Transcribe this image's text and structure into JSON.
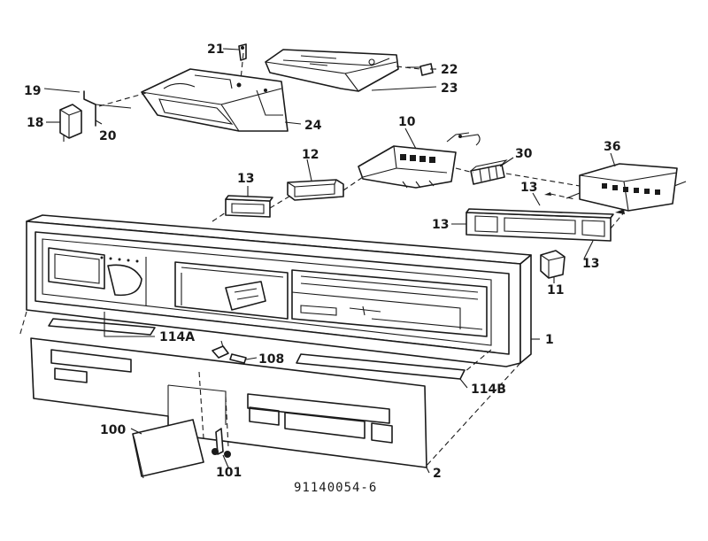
{
  "drawing_number": "91140054-6",
  "part_labels": {
    "p1": "1",
    "p2": "2",
    "p10": "10",
    "p11": "11",
    "p12": "12",
    "p13a": "13",
    "p13b": "13",
    "p13c": "13",
    "p13d": "13",
    "p18": "18",
    "p19": "19",
    "p20": "20",
    "p21": "21",
    "p22": "22",
    "p23": "23",
    "p24": "24",
    "p30": "30",
    "p36": "36",
    "p100": "100",
    "p101": "101",
    "p108": "108",
    "p114a": "114A",
    "p114b": "114B"
  }
}
